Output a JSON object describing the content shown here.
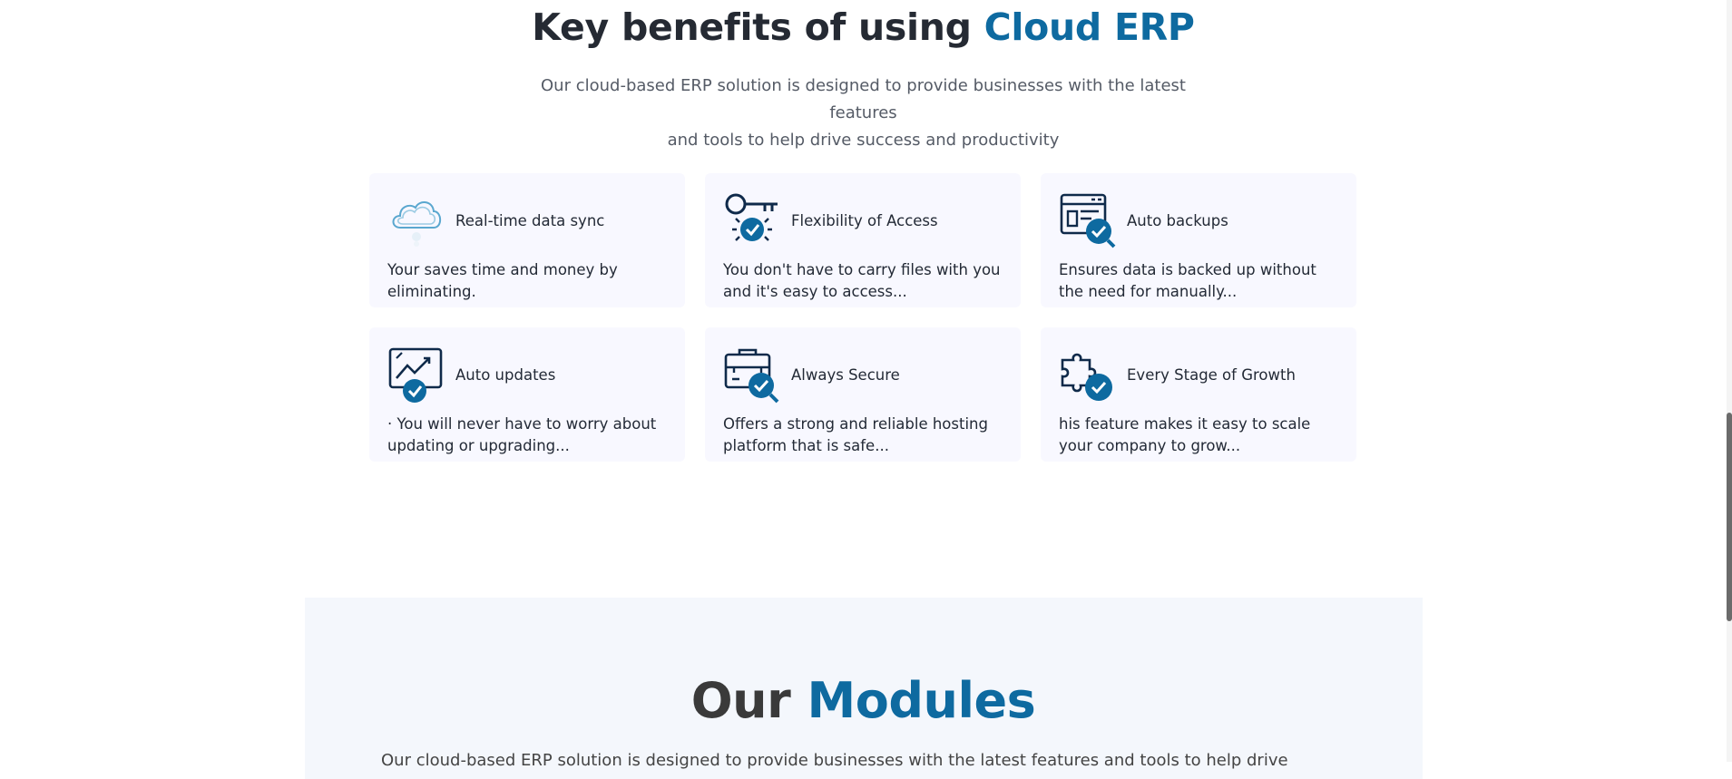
{
  "benefits": {
    "title_lead": "Key benefits of using ",
    "title_accent": "Cloud ERP",
    "subtitle_line1": "Our cloud-based ERP solution is designed to provide businesses with the latest features",
    "subtitle_line2": "and tools to help drive success and productivity",
    "cards": [
      {
        "title": "Real-time data sync",
        "desc": "Your saves time and money by eliminating.",
        "icon": "cloud-sync-icon"
      },
      {
        "title": "Flexibility of Access",
        "desc": "You don't have to carry files with you and it's easy to access...",
        "icon": "key-access-icon"
      },
      {
        "title": "Auto backups",
        "desc": "Ensures data is backed up without the need for manually...",
        "icon": "backup-window-icon"
      },
      {
        "title": "Auto updates",
        "desc": "· You will never have to worry about updating or upgrading...",
        "icon": "update-chart-icon"
      },
      {
        "title": "Always Secure",
        "desc": "Offers a strong and reliable hosting platform that is safe...",
        "icon": "briefcase-secure-icon"
      },
      {
        "title": "Every Stage of Growth",
        "desc": "his feature makes it easy to scale your company to grow...",
        "icon": "puzzle-growth-icon"
      }
    ]
  },
  "modules": {
    "title_lead": "Our ",
    "title_accent": "Modules",
    "subtitle": "Our cloud-based ERP solution is designed to provide businesses with the latest features and tools to help drive"
  },
  "colors": {
    "accent": "#0e6aa0",
    "heading": "#252a33",
    "card_bg": "#f8f8ff",
    "icon_ink": "#0f2a4a"
  }
}
